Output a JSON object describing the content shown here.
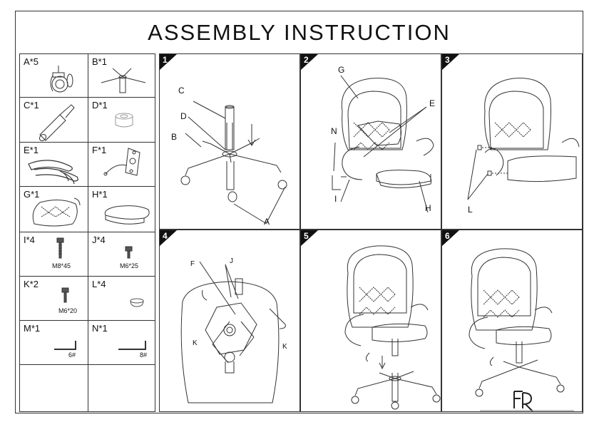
{
  "title": "ASSEMBLY  INSTRUCTION",
  "parts": [
    {
      "label": "A*5",
      "spec": "",
      "icon": "caster-wheel-icon"
    },
    {
      "label": "B*1",
      "spec": "",
      "icon": "star-base-icon"
    },
    {
      "label": "C*1",
      "spec": "",
      "icon": "gas-lift-icon"
    },
    {
      "label": "D*1",
      "spec": "",
      "icon": "cylinder-cover-icon"
    },
    {
      "label": "E*1",
      "spec": "",
      "icon": "armrests-icon"
    },
    {
      "label": "F*1",
      "spec": "",
      "icon": "tilt-mechanism-icon"
    },
    {
      "label": "G*1",
      "spec": "",
      "icon": "backrest-icon"
    },
    {
      "label": "H*1",
      "spec": "",
      "icon": "seat-cushion-icon"
    },
    {
      "label": "I*4",
      "spec": "M8*45",
      "icon": "long-bolt-icon"
    },
    {
      "label": "J*4",
      "spec": "M6*25",
      "icon": "short-bolt-icon"
    },
    {
      "label": "K*2",
      "spec": "M6*20",
      "icon": "bolt-icon"
    },
    {
      "label": "L*4",
      "spec": "",
      "icon": "cap-icon"
    },
    {
      "label": "M*1",
      "spec": "6#",
      "icon": "allen-key-icon"
    },
    {
      "label": "N*1",
      "spec": "8#",
      "icon": "allen-key-icon"
    },
    {
      "label": "",
      "spec": "",
      "icon": ""
    },
    {
      "label": "",
      "spec": "",
      "icon": ""
    }
  ],
  "steps": [
    {
      "number": "1",
      "callouts": [
        "C",
        "D",
        "B",
        "A"
      ]
    },
    {
      "number": "2",
      "callouts": [
        "G",
        "E",
        "N",
        "I",
        "H"
      ]
    },
    {
      "number": "3",
      "callouts": [
        "L"
      ]
    },
    {
      "number": "4",
      "callouts": [
        "F",
        "J",
        "K",
        "K"
      ]
    },
    {
      "number": "5",
      "callouts": []
    },
    {
      "number": "6",
      "callouts": []
    }
  ],
  "logo": {
    "text": "FR",
    "icon": "brand-logo-icon"
  }
}
